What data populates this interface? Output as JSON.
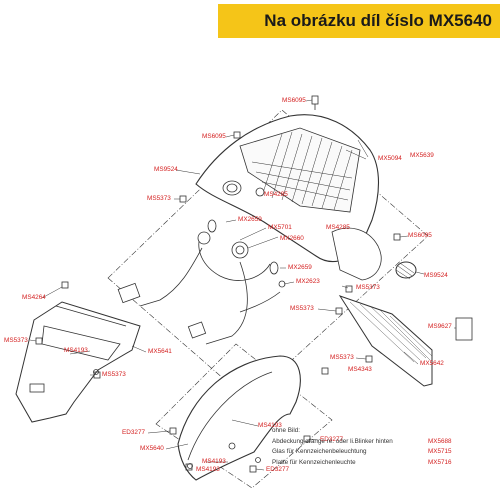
{
  "header": {
    "title": "Na obrázku díl číslo MX5640",
    "background": "#f5c518"
  },
  "colors": {
    "label_red": "#d42020",
    "line": "#333333"
  },
  "part_labels": {
    "MX6095_top": "MS6095",
    "MS6095_left": "MS6095",
    "MX5094": "MX5094",
    "MX5639": "MX5639",
    "MS9524_left": "MS9524",
    "MS4285_a": "MS4285",
    "MS5373_a": "MS5373",
    "MX2659_a": "MX2659",
    "MX5701": "MX5701",
    "MX2660": "MX2660",
    "MS4285_b": "MS4285",
    "MS6095_right": "MS6095",
    "MX2659_b": "MX2659",
    "MX2623": "MX2623",
    "MS9524_right": "MS9524",
    "MS5373_b": "MS5373",
    "MS4264": "MS4264",
    "MS5373_c": "MS5373",
    "MS9627": "MS9627",
    "MS5373_left": "MS5373",
    "MS4193_a": "MS4193",
    "MX5641": "MX5641",
    "MS5373_d": "MS5373",
    "MS5373_e": "MS5373",
    "MX5642": "MX5642",
    "MS4343": "MS4343",
    "MS5373_f": "MS5373",
    "ED3277_a": "ED3277",
    "MS4193_b": "MS4193",
    "ED3277_b": "ED3277",
    "MX5640": "MX5640",
    "MS4193_c": "MS4193",
    "MS4193_d": "MS4193",
    "ED3277_c": "ED3277"
  },
  "legend": {
    "heading": "ohne Bild:",
    "rows": [
      {
        "text": "Abdeckung orange re. oder li.Blinker hinten",
        "code": "MX5688"
      },
      {
        "text": "Glas für Kennzeichenbeleuchtung",
        "code": "MX5715"
      },
      {
        "text": "Platte für Kennzeichenleuchte",
        "code": "MX5716"
      }
    ]
  }
}
